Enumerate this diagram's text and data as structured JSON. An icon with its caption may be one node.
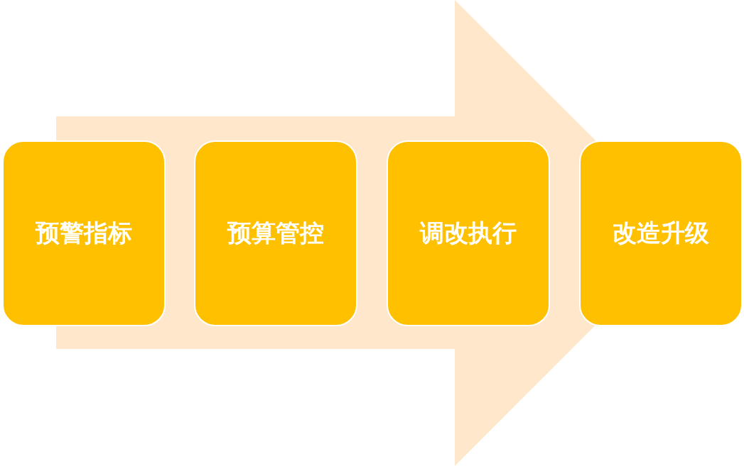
{
  "diagram": {
    "nodes": [
      {
        "text": [
          "预警指标"
        ]
      },
      {
        "text": [
          "预算管控"
        ]
      },
      {
        "text": [
          "调改执行"
        ]
      },
      {
        "text": [
          "改造升级"
        ]
      }
    ],
    "edges": [
      {
        "from": 0,
        "to": 3,
        "arrow": "to"
      }
    ]
  }
}
